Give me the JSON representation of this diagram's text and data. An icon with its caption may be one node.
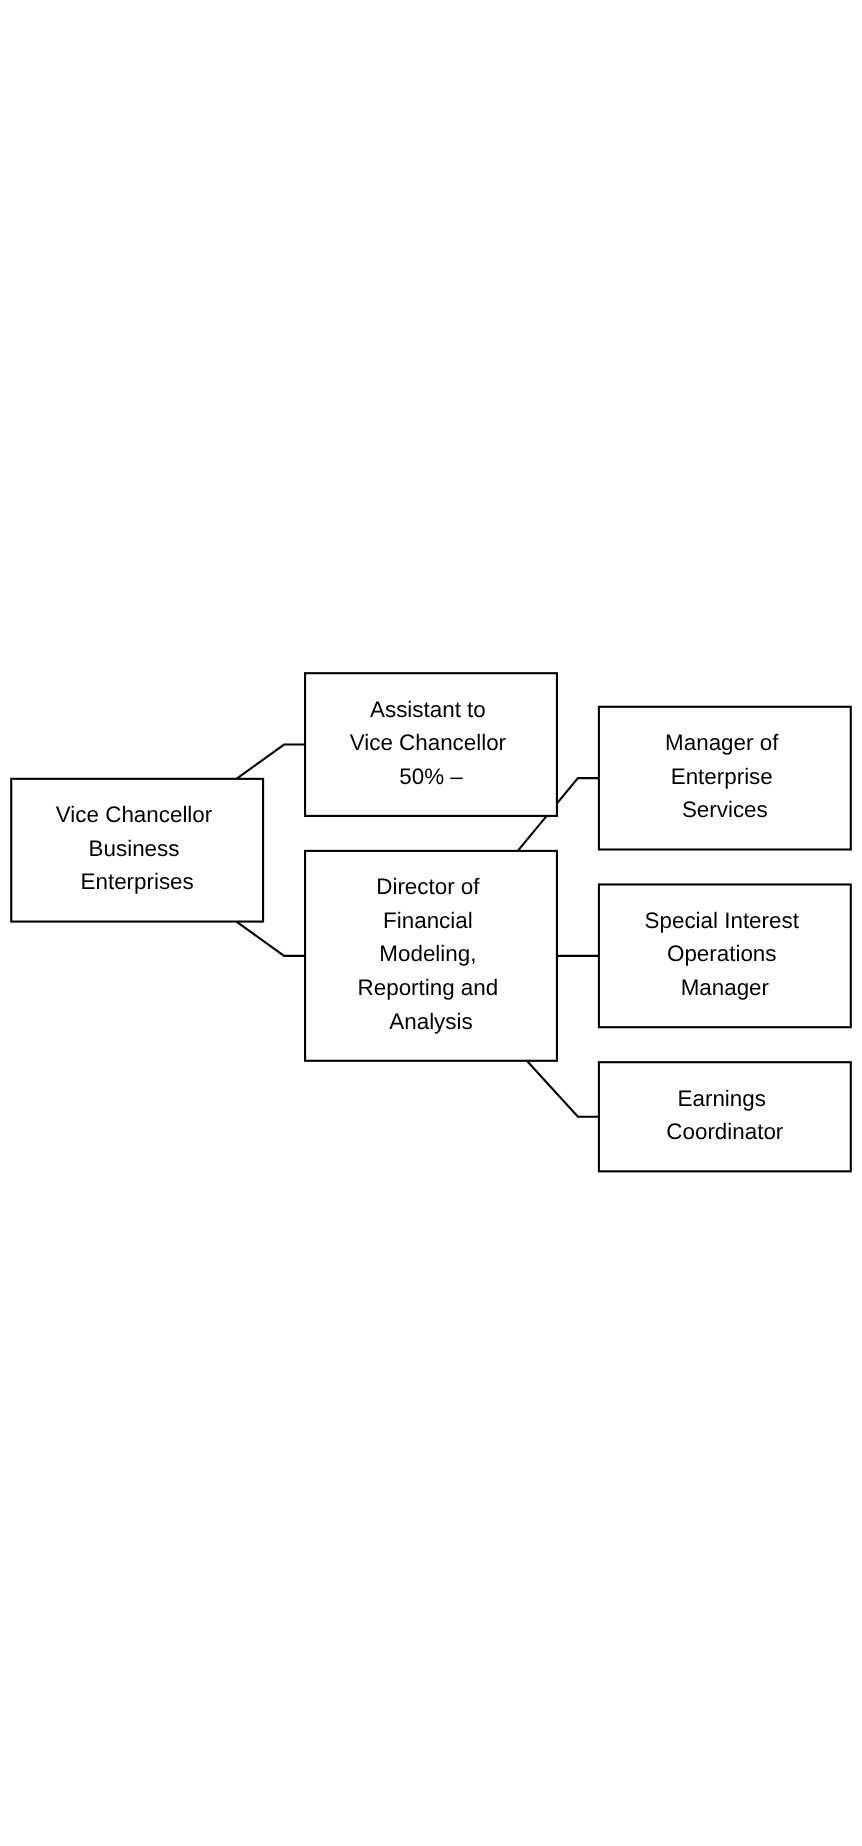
{
  "diagram": {
    "nodes": [
      {
        "text": [
          "Vice Chancellor Business Enterprises"
        ]
      },
      {
        "text": [
          "Assistant to Vice Chancellor 50% –"
        ]
      },
      {
        "text": [
          "Director of Financial Modeling, Reporting and Analysis"
        ]
      },
      {
        "text": [
          "Manager of Enterprise Services"
        ]
      },
      {
        "text": [
          "Special Interest Operations Manager"
        ]
      },
      {
        "text": [
          "Earnings Coordinator"
        ]
      }
    ],
    "edges": [
      {
        "from": 0,
        "to": 1,
        "arrow": "none"
      },
      {
        "from": 0,
        "to": 2,
        "arrow": "none"
      },
      {
        "from": 2,
        "to": 3,
        "arrow": "none"
      },
      {
        "from": 2,
        "to": 4,
        "arrow": "none"
      },
      {
        "from": 2,
        "to": 5,
        "arrow": "none"
      }
    ]
  }
}
